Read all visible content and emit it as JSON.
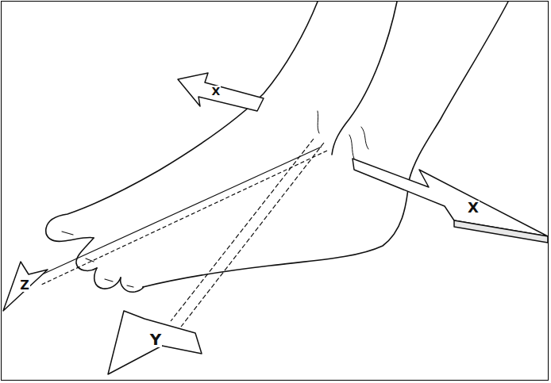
{
  "diagram": {
    "labels": [
      "X",
      "X",
      "Y",
      "Z"
    ]
  }
}
